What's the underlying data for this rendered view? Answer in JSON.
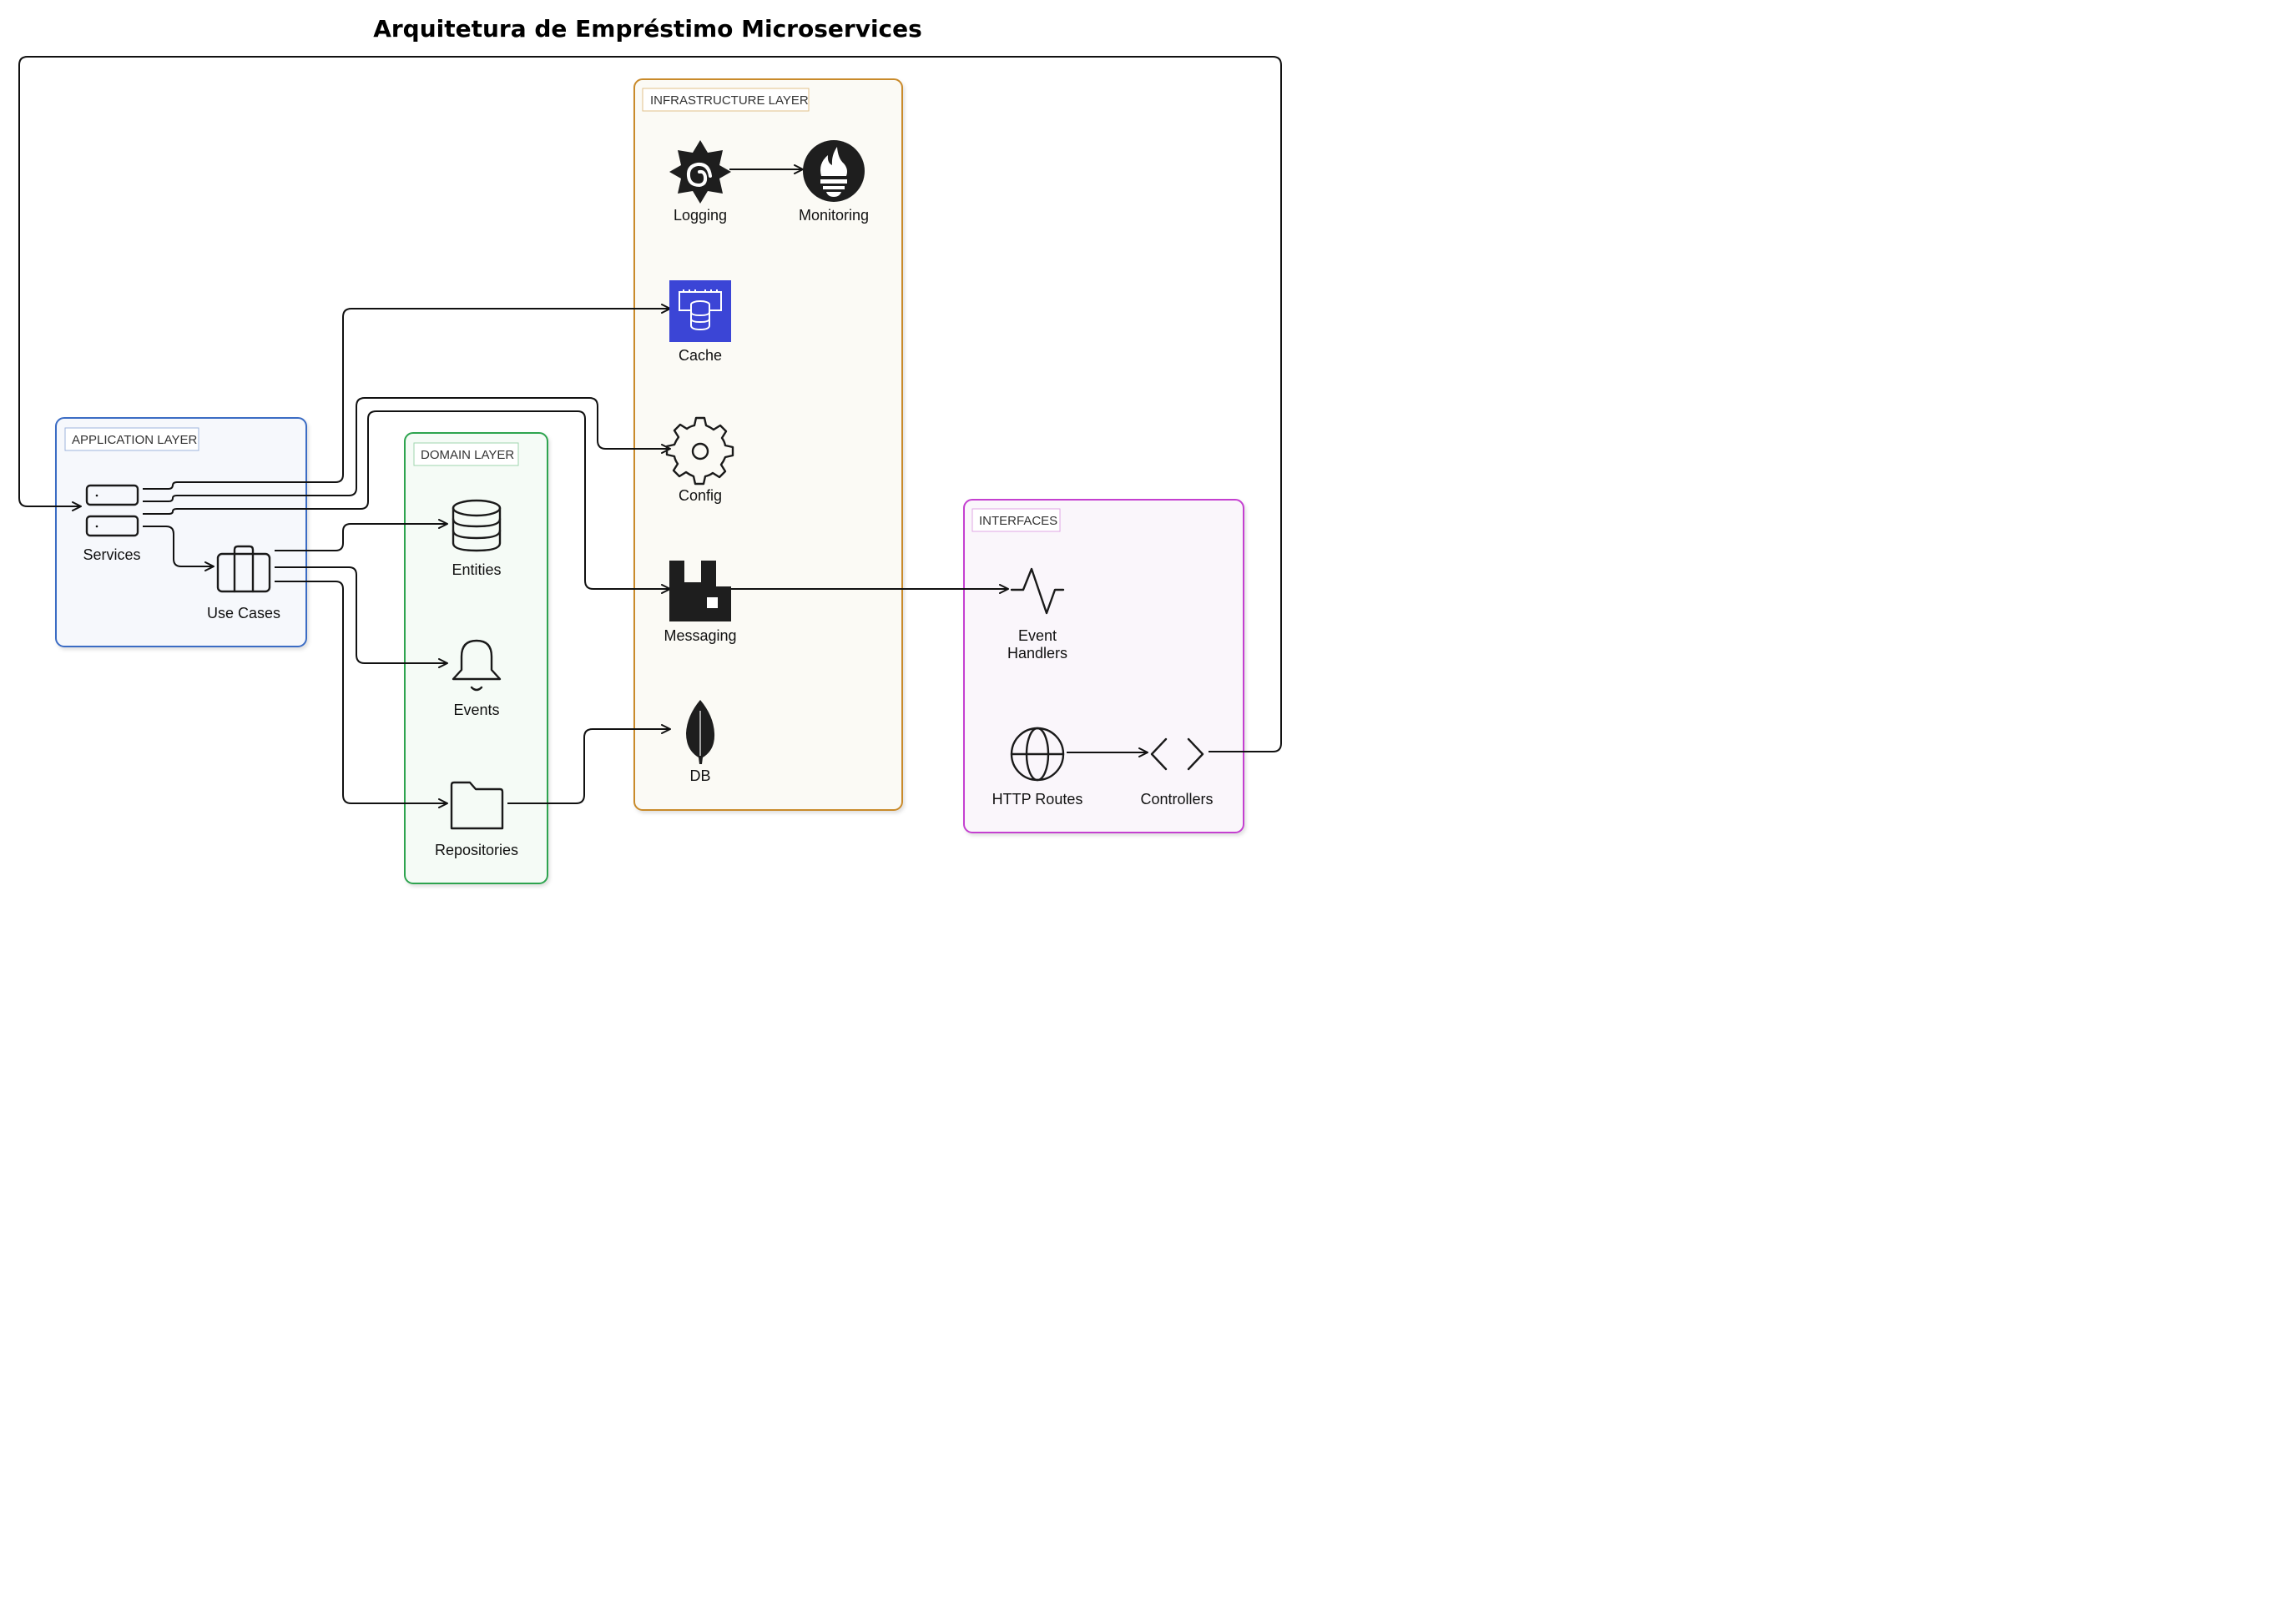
{
  "title": "Arquitetura de Empréstimo Microservices",
  "colors": {
    "application": "#3b6cc4",
    "domain": "#2ea44f",
    "infrastructure": "#c98a2a",
    "interfaces": "#c43fd0",
    "cache_fill": "#3b45d6",
    "edge": "#111111"
  },
  "groups": {
    "application": {
      "label": "APPLICATION LAYER"
    },
    "domain": {
      "label": "DOMAIN LAYER"
    },
    "infrastructure": {
      "label": "INFRASTRUCTURE LAYER"
    },
    "interfaces": {
      "label": "INTERFACES"
    }
  },
  "nodes": {
    "services": {
      "label": "Services",
      "icon": "server-rack-icon"
    },
    "use_cases": {
      "label": "Use Cases",
      "icon": "briefcase-icon"
    },
    "entities": {
      "label": "Entities",
      "icon": "database-icon"
    },
    "events": {
      "label": "Events",
      "icon": "bell-icon"
    },
    "repositories": {
      "label": "Repositories",
      "icon": "folder-icon"
    },
    "logging": {
      "label": "Logging",
      "icon": "grafana-icon"
    },
    "monitoring": {
      "label": "Monitoring",
      "icon": "prometheus-icon"
    },
    "cache": {
      "label": "Cache",
      "icon": "elasticache-icon"
    },
    "config": {
      "label": "Config",
      "icon": "gear-icon"
    },
    "messaging": {
      "label": "Messaging",
      "icon": "rabbitmq-icon"
    },
    "db": {
      "label": "DB",
      "icon": "mongodb-leaf-icon"
    },
    "event_handlers": {
      "label_line1": "Event",
      "label_line2": "Handlers",
      "icon": "pulse-icon"
    },
    "http_routes": {
      "label": "HTTP Routes",
      "icon": "globe-icon"
    },
    "controllers": {
      "label": "Controllers",
      "icon": "code-brackets-icon"
    }
  },
  "edges": [
    {
      "from": "Services",
      "to": "Cache"
    },
    {
      "from": "Services",
      "to": "Config"
    },
    {
      "from": "Services",
      "to": "Messaging"
    },
    {
      "from": "Services",
      "to": "Use Cases"
    },
    {
      "from": "Use Cases",
      "to": "Entities"
    },
    {
      "from": "Use Cases",
      "to": "Events"
    },
    {
      "from": "Use Cases",
      "to": "Repositories"
    },
    {
      "from": "Repositories",
      "to": "DB"
    },
    {
      "from": "Logging",
      "to": "Monitoring"
    },
    {
      "from": "Messaging",
      "to": "Event Handlers"
    },
    {
      "from": "HTTP Routes",
      "to": "Controllers"
    },
    {
      "from": "Controllers",
      "to": "Services"
    }
  ]
}
